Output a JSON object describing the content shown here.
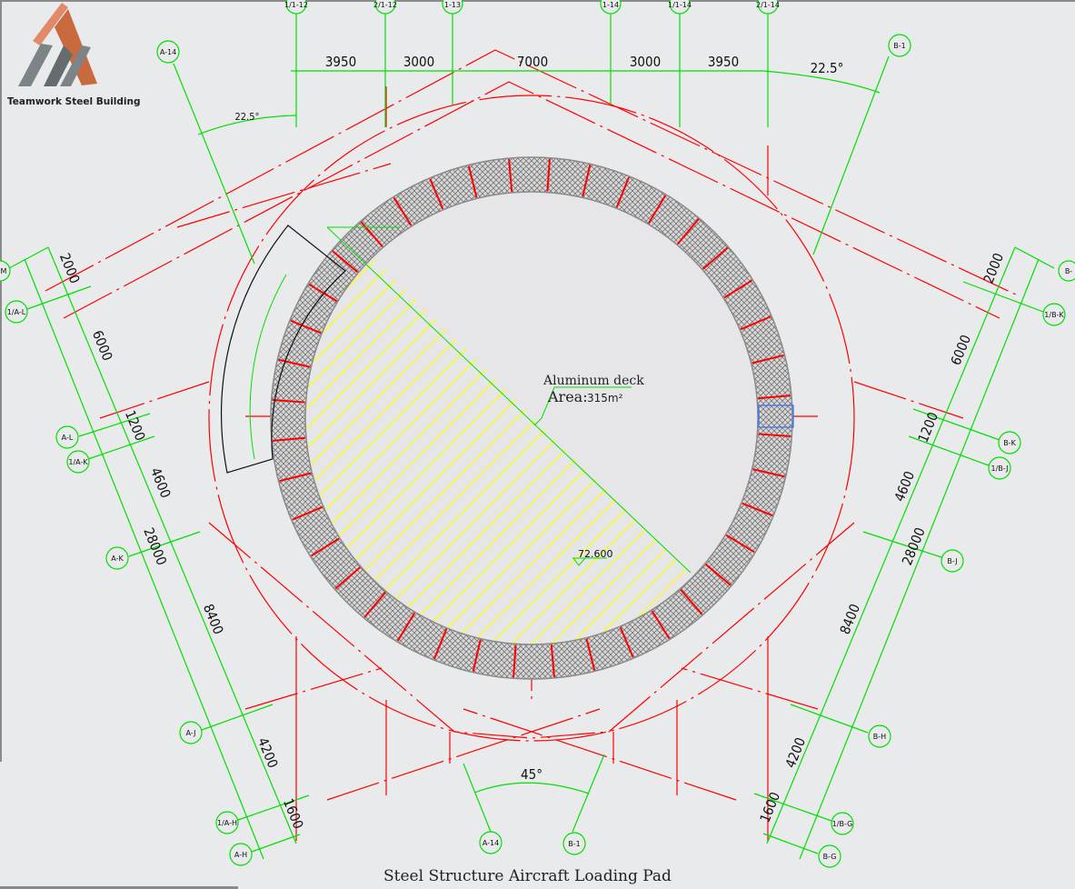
{
  "logo": {
    "company": "Teamwork Steel Building"
  },
  "title": "Steel Structure Aircraft Loading Pad",
  "top_grid": {
    "bubbles": [
      "1/1-12",
      "2/1-12",
      "1-13",
      "1-14",
      "1/1-14",
      "2/1-14"
    ],
    "dims": [
      "3950",
      "3000",
      "7000",
      "3000",
      "3950"
    ],
    "angle_left": "22.5°",
    "angle_right": "22.5°"
  },
  "left_grid": {
    "bubbles": [
      "A-14",
      "M",
      "1/A-L",
      "A-L",
      "1/A-K",
      "A-K",
      "A-J",
      "1/A-H",
      "A-H"
    ],
    "dims": [
      "2000",
      "6000",
      "1200",
      "4600",
      "28000",
      "8400",
      "4200",
      "1600"
    ]
  },
  "right_grid": {
    "bubbles": [
      "B-1",
      "B-",
      "1/B-K",
      "B-K",
      "1/B-J",
      "B-J",
      "B-H",
      "1/B-G",
      "B-G"
    ],
    "dims": [
      "2000",
      "6000",
      "1200",
      "4600",
      "28000",
      "8400",
      "4200",
      "1600"
    ]
  },
  "bottom_grid": {
    "bubbles": [
      "A-14",
      "B-1"
    ],
    "angle": "45°"
  },
  "annotations": {
    "deck_label": "Aluminum deck",
    "area_label": "Area:",
    "area_value": "315m²",
    "elevation": "72.600"
  },
  "colors": {
    "grid": "#00e000",
    "axis": "#ff0000",
    "hatch": "#ffff00",
    "ring": "#8a8a8a"
  }
}
